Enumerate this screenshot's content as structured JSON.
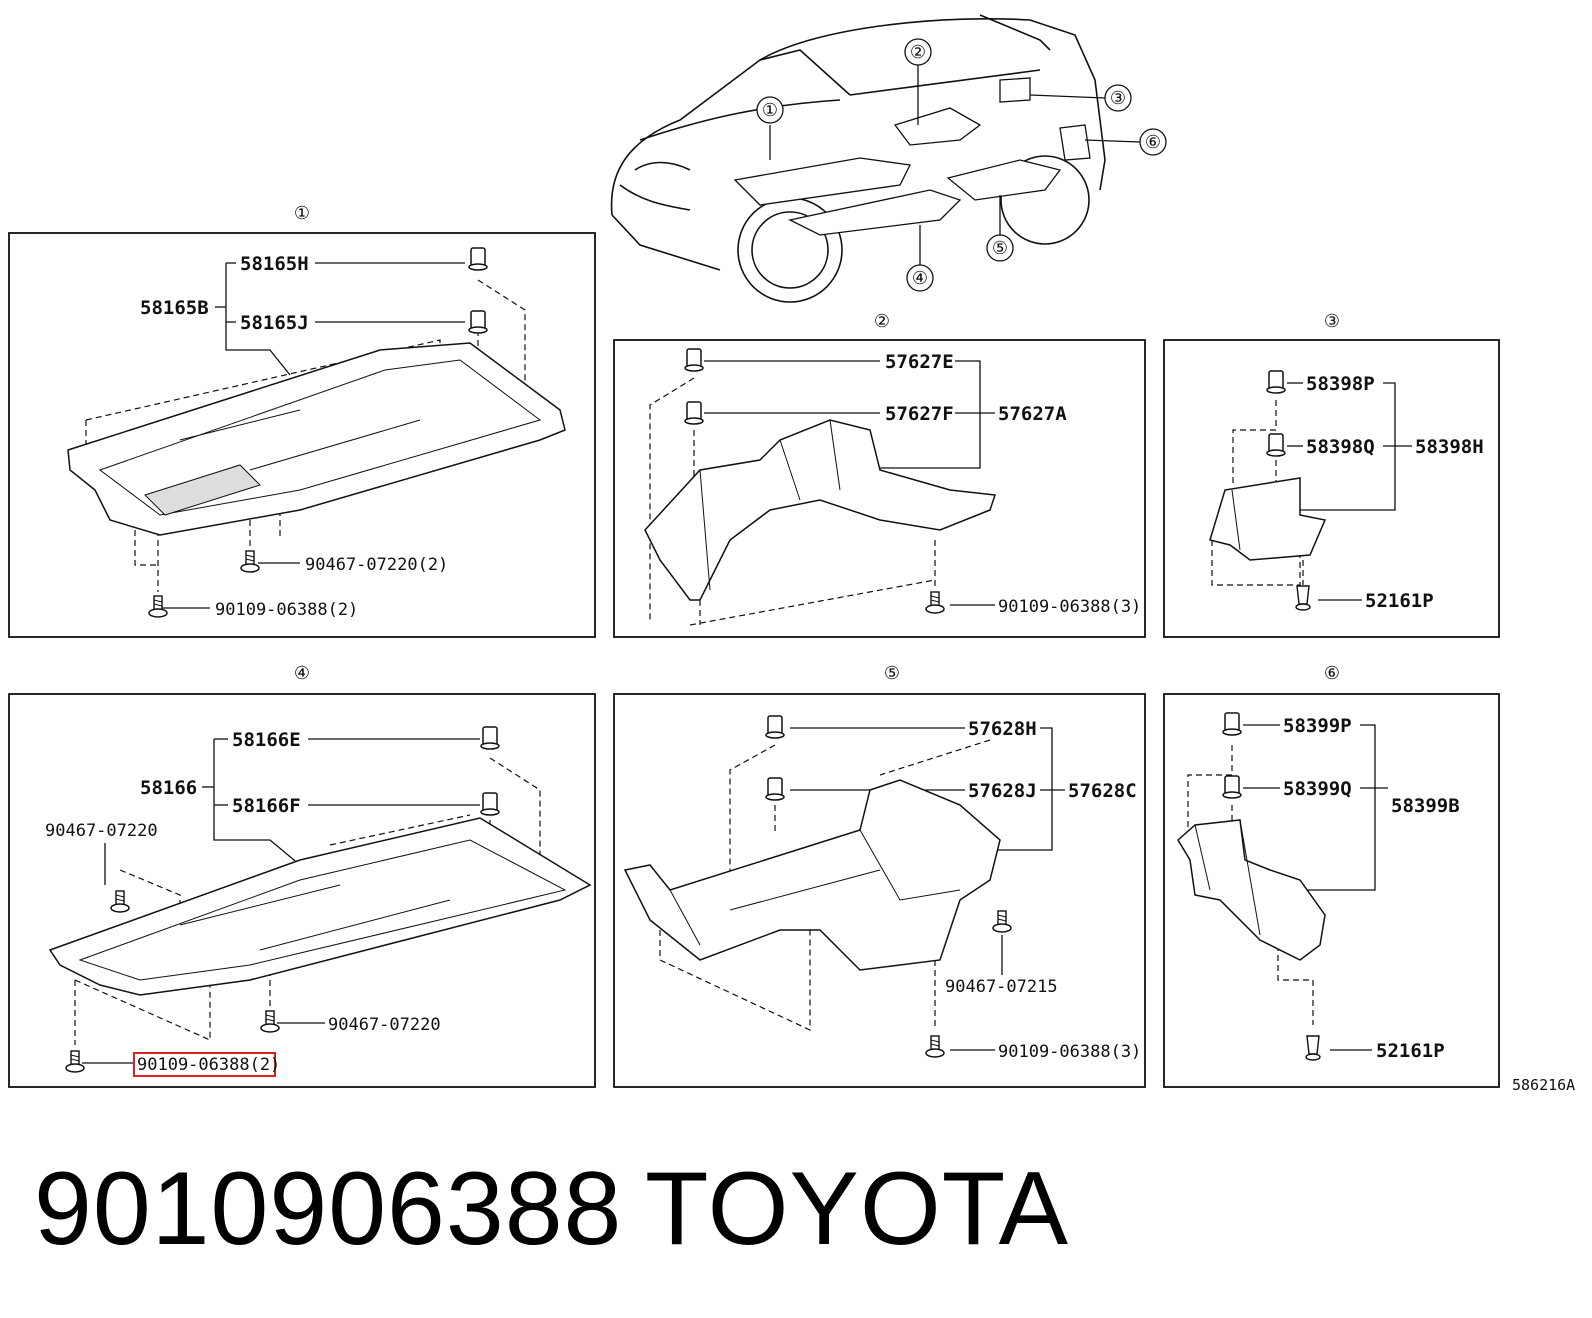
{
  "diagram": {
    "code": "586216A",
    "overview": {
      "callouts": [
        "①",
        "②",
        "③",
        "④",
        "⑤",
        "⑥"
      ]
    },
    "panels": [
      {
        "number": "①",
        "labels": {
          "group": "58165B",
          "clip_top": "58165H",
          "clip_mid": "58165J",
          "fastener_a": "90467-07220(2)",
          "fastener_b": "90109-06388(2)"
        }
      },
      {
        "number": "②",
        "labels": {
          "group": "57627A",
          "clip_top": "57627E",
          "clip_mid": "57627F",
          "fastener_b": "90109-06388(3)"
        }
      },
      {
        "number": "③",
        "labels": {
          "group": "58398H",
          "clip_top": "58398P",
          "clip_mid": "58398Q",
          "fastener_b": "52161P"
        }
      },
      {
        "number": "④",
        "labels": {
          "group": "58166",
          "clip_top": "58166E",
          "clip_mid": "58166F",
          "fastener_left": "90467-07220",
          "fastener_a": "90467-07220",
          "fastener_b": "90109-06388(2)"
        }
      },
      {
        "number": "⑤",
        "labels": {
          "group": "57628C",
          "clip_top": "57628H",
          "clip_mid": "57628J",
          "fastener_a": "90467-07215",
          "fastener_b": "90109-06388(3)"
        }
      },
      {
        "number": "⑥",
        "labels": {
          "group": "58399B",
          "clip_top": "58399P",
          "clip_mid": "58399Q",
          "fastener_b": "52161P"
        }
      }
    ],
    "highlight_color": "#e02020"
  },
  "footer": {
    "part_number": "9010906388",
    "brand": "TOYOTA"
  }
}
